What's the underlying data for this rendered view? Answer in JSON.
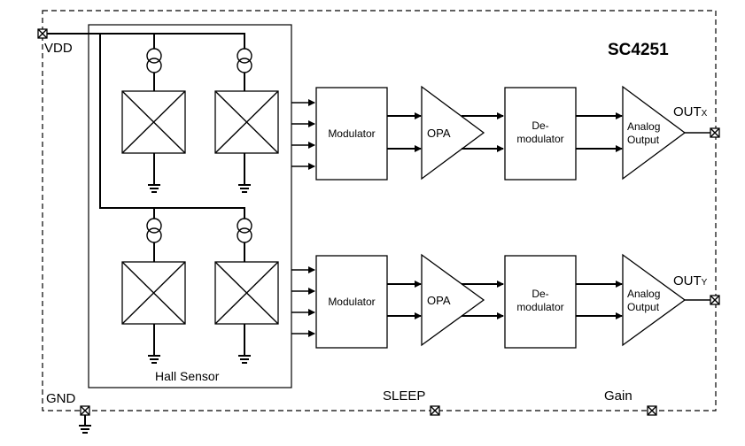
{
  "chip_name": "SC4251",
  "pins": {
    "vdd": "VDD",
    "gnd": "GND",
    "sleep": "SLEEP",
    "gain": "Gain",
    "out_x_main": "OUT",
    "out_x_sub": "X",
    "out_y_main": "OUT",
    "out_y_sub": "Y"
  },
  "hall_sensor_label": "Hall Sensor",
  "channels": [
    {
      "modulator": "Modulator",
      "opa": "OPA",
      "demod_line1": "De-",
      "demod_line2": "modulator",
      "output_line1": "Analog",
      "output_line2": "Output"
    },
    {
      "modulator": "Modulator",
      "opa": "OPA",
      "demod_line1": "De-",
      "demod_line2": "modulator",
      "output_line1": "Analog",
      "output_line2": "Output"
    }
  ]
}
